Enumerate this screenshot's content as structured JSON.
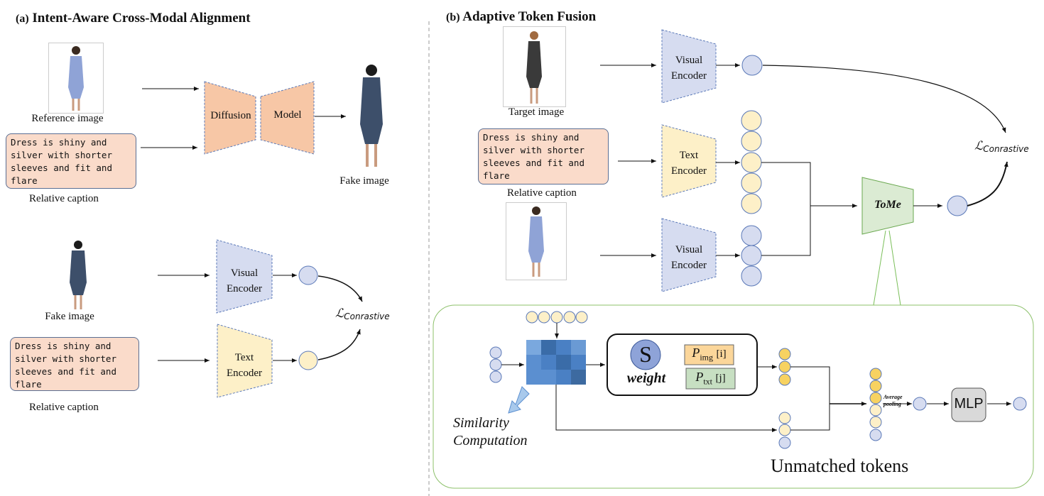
{
  "panel_a": {
    "tag": "(a)",
    "title": "Intent-Aware Cross-Modal Alignment",
    "reference_image_label": "Reference image",
    "relative_caption_text": "Dress is shiny and silver with shorter sleeves and fit and flare",
    "relative_caption_label": "Relative caption",
    "diffusion_left": "Diffusion",
    "diffusion_right": "Model",
    "fake_image_label": "Fake image",
    "fake_image_label_2": "Fake image",
    "visual_encoder": [
      "Visual",
      "Encoder"
    ],
    "text_encoder": [
      "Text",
      "Encoder"
    ],
    "caption_2_text": "Dress is shiny and silver with shorter sleeves and fit and flare",
    "caption_2_label": "Relative caption",
    "loss_symbol": "ℒ",
    "loss_sub": "Conrastive"
  },
  "panel_b": {
    "tag": "(b)",
    "title": "Adaptive Token Fusion",
    "target_image_label": "Target image",
    "relative_caption_text": "Dress is shiny and silver with shorter sleeves and fit and flare",
    "relative_caption_label": "Relative caption",
    "visual_encoder_top": [
      "Visual",
      "Encoder"
    ],
    "text_encoder": [
      "Text",
      "Encoder"
    ],
    "visual_encoder_bottom": [
      "Visual",
      "Encoder"
    ],
    "tome_label": "ToMe",
    "loss_symbol": "ℒ",
    "loss_sub": "Conrastive",
    "detail": {
      "s_symbol": "S",
      "weight_label": "weight",
      "p_img": "P",
      "p_img_sub": "img",
      "p_img_idx": "[i]",
      "p_txt": "P",
      "p_txt_sub": "txt",
      "p_txt_idx": "[j]",
      "similarity_label_1": "Similarity",
      "similarity_label_2": "Computation",
      "avg_pool_1": "Average",
      "avg_pool_2": "pooling",
      "mlp_label": "MLP",
      "unmatched_label": "Unmatched tokens"
    }
  },
  "colors": {
    "visual": "#d6dcf0",
    "text_enc": "#fdf0c8",
    "diffusion": "#f7c7a6",
    "tome": "#dbebd3",
    "caption_bg": "#fadbca",
    "token_gold": "#f7d261",
    "token_light": "#fdf0c8",
    "token_blue": "#d6dcf0",
    "s_circle": "#8ea3d8",
    "p_img_bg": "#fbd69a",
    "p_txt_bg": "#c7dfc2",
    "detail_border": "#8cc06a"
  }
}
